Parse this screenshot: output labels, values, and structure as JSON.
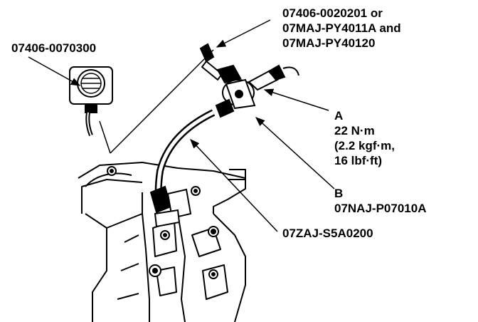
{
  "labels": {
    "gauge_part": "07406-0070300",
    "adapter_part_line1": "07406-0020201 or",
    "adapter_part_line2": "07MAJ-PY4011A and",
    "adapter_part_line3": "07MAJ-PY40120",
    "callout_a_letter": "A",
    "callout_a_torque1": "22 N·m",
    "callout_a_torque2": "(2.2 kgf·m,",
    "callout_a_torque3": "16 lbf·ft)",
    "callout_b_letter": "B",
    "callout_b_part": "07NAJ-P07010A",
    "hose_part": "07ZAJ-S5A0200"
  },
  "colors": {
    "ink": "#000000",
    "paper": "#ffffff"
  }
}
